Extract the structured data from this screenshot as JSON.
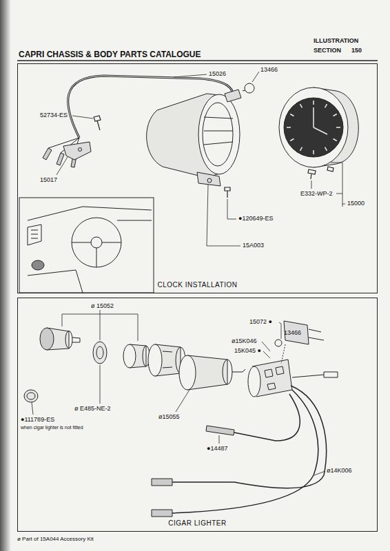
{
  "diagram": {
    "title": "CAPRI CHASSIS & BODY PARTS CATALOGUE",
    "nodes": [
      {
        "text": [
          "CLOCK INSTALLATION"
        ]
      },
      {
        "text": [
          "CIGAR LIGHTER"
        ]
      }
    ],
    "labels": [
      "ILLUSTRATION",
      "SECTION",
      "150",
      "15026",
      "13466",
      "52734-ES",
      "15017",
      "●120649-ES",
      "15A003",
      "E332-WP-2",
      "15000",
      "ø 15052",
      "15072 ●",
      "13466",
      "ø15K046",
      "15K045 ●",
      "●111789-ES",
      "when cigar lighter is not fitted",
      "ø E485-NE-2",
      "ø15055",
      "●14487",
      "ø14K006",
      "ø Part of 15A044 Accessory Kit"
    ]
  }
}
